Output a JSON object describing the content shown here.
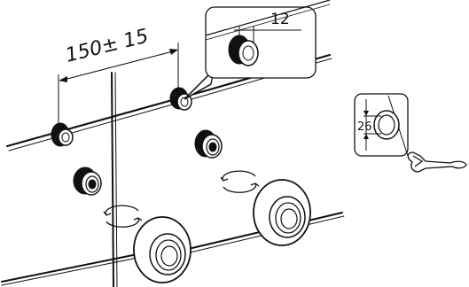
{
  "dimensions": {
    "spacing": "150± 15",
    "detail_diameter": "12",
    "wrench_size": "26"
  },
  "icons": {
    "rotation": "rotate-arrows-icon",
    "wrench": "wrench-icon",
    "nut": "hex-nut-icon",
    "eccentric": "eccentric-union-icon",
    "flange": "decorative-flange-icon"
  },
  "colors": {
    "line": "#111111",
    "background": "#ffffff"
  }
}
